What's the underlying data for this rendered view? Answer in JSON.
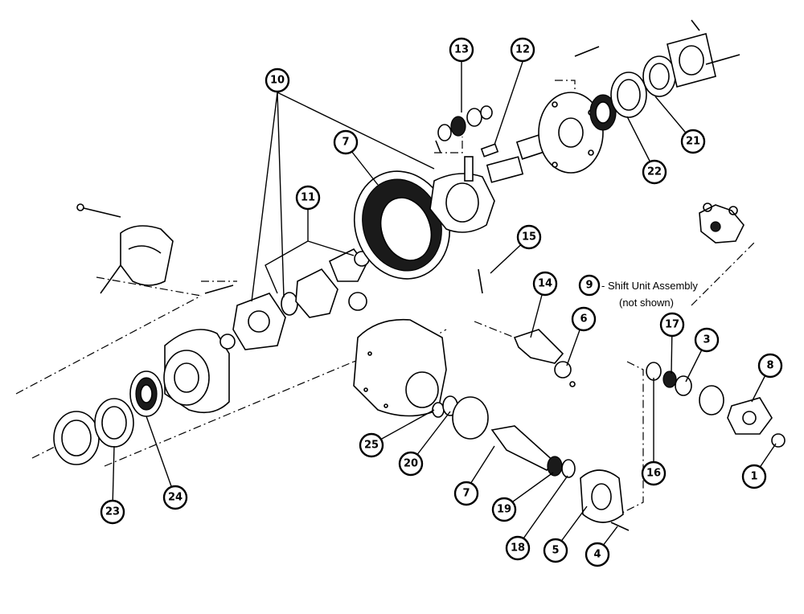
{
  "note": {
    "line1": "- Shift Unit Assembly",
    "line2": "(not shown)"
  },
  "callouts": {
    "c1": "1",
    "c3": "3",
    "c4": "4",
    "c5": "5",
    "c6": "6",
    "c7a": "7",
    "c7b": "7",
    "c8": "8",
    "c9": "9",
    "c10": "10",
    "c11": "11",
    "c12": "12",
    "c13": "13",
    "c14": "14",
    "c15": "15",
    "c16": "16",
    "c17": "17",
    "c18": "18",
    "c19": "19",
    "c20": "20",
    "c21": "21",
    "c22": "22",
    "c23": "23",
    "c24": "24",
    "c25": "25"
  }
}
